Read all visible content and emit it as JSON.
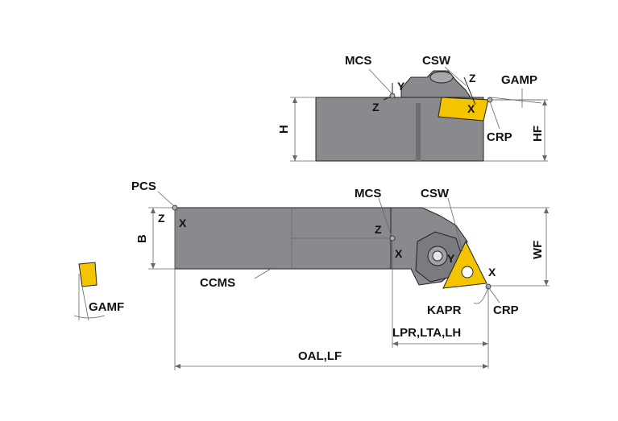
{
  "colors": {
    "body": "#8a8a8e",
    "body_dark": "#707075",
    "insert": "#f5c400",
    "line": "#222222",
    "dim": "#666666",
    "point": "#b0b0b0"
  },
  "top_view": {
    "mcs": "MCS",
    "csw": "CSW",
    "gamp": "GAMP",
    "crp": "CRP",
    "h": "H",
    "hf": "HF",
    "axis_y": "Y",
    "axis_z_left": "Z",
    "axis_z_right": "Z",
    "axis_x": "X"
  },
  "side_view": {
    "pcs": "PCS",
    "mcs": "MCS",
    "csw": "CSW",
    "b": "B",
    "wf": "WF",
    "ccms": "CCMS",
    "kapr": "KAPR",
    "crp": "CRP",
    "lpr": "LPR,LTA,LH",
    "oal": "OAL,LF",
    "pcs_z": "Z",
    "pcs_x": "X",
    "mcs_z": "Z",
    "mcs_x": "X",
    "csw_y": "Y",
    "csw_x": "X"
  },
  "gamf_detail": {
    "gamf": "GAMF"
  }
}
